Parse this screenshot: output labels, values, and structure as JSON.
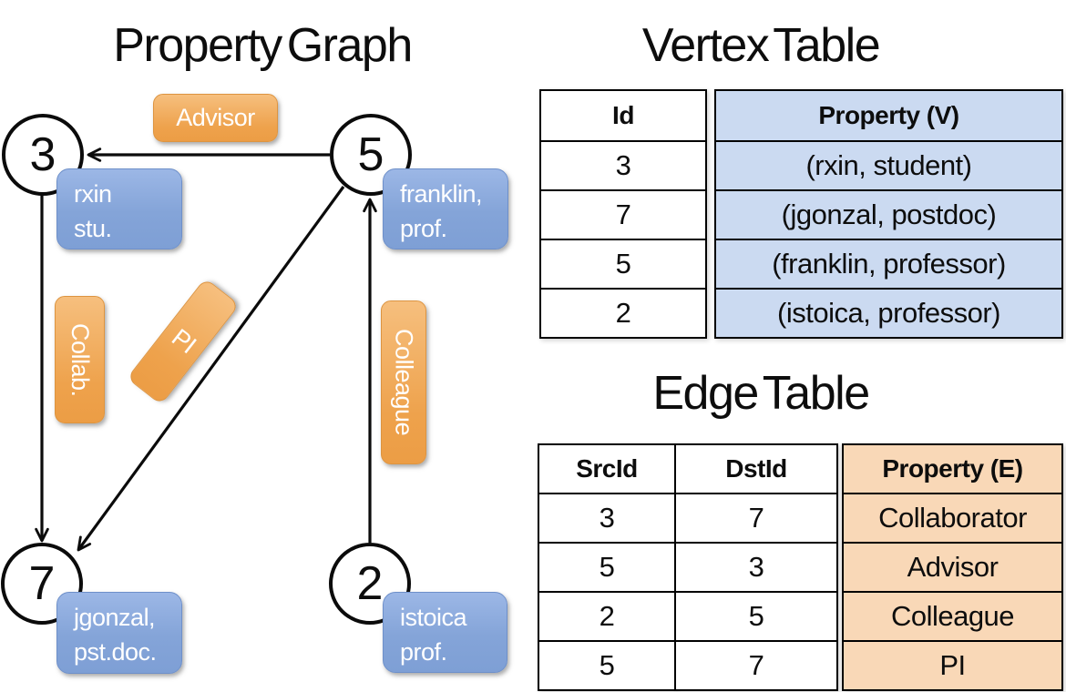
{
  "graph": {
    "title": "Property Graph",
    "nodes": [
      {
        "id": "3",
        "prop_line1": "rxin",
        "prop_line2": "stu."
      },
      {
        "id": "5",
        "prop_line1": "franklin,",
        "prop_line2": "prof."
      },
      {
        "id": "7",
        "prop_line1": "jgonzal,",
        "prop_line2": "pst.doc."
      },
      {
        "id": "2",
        "prop_line1": "istoica",
        "prop_line2": "prof."
      }
    ],
    "edge_labels": {
      "advisor": "Advisor",
      "collab": "Collab.",
      "pi": "PI",
      "colleague": "Colleague"
    },
    "edges": [
      {
        "src": "5",
        "dst": "3",
        "label": "Advisor"
      },
      {
        "src": "3",
        "dst": "7",
        "label": "Collab."
      },
      {
        "src": "5",
        "dst": "7",
        "label": "PI"
      },
      {
        "src": "2",
        "dst": "5",
        "label": "Colleague"
      }
    ]
  },
  "vertex_table": {
    "title": "Vertex Table",
    "columns": {
      "id": "Id",
      "property": "Property (V)"
    },
    "rows": [
      {
        "id": "3",
        "property": "(rxin, student)"
      },
      {
        "id": "7",
        "property": "(jgonzal, postdoc)"
      },
      {
        "id": "5",
        "property": "(franklin, professor)"
      },
      {
        "id": "2",
        "property": "(istoica, professor)"
      }
    ]
  },
  "edge_table": {
    "title": "Edge Table",
    "columns": {
      "src": "SrcId",
      "dst": "DstId",
      "property": "Property (E)"
    },
    "rows": [
      {
        "src": "3",
        "dst": "7",
        "property": "Collaborator"
      },
      {
        "src": "5",
        "dst": "3",
        "property": "Advisor"
      },
      {
        "src": "2",
        "dst": "5",
        "property": "Colleague"
      },
      {
        "src": "5",
        "dst": "7",
        "property": "PI"
      }
    ]
  },
  "colors": {
    "vertex_cell_fill": "#CBDAF1",
    "edge_cell_fill": "#F9D8B7",
    "vertex_box_blue": "#84A4D8",
    "edge_label_orange": "#EEA24C",
    "line_black": "#0B0B0B"
  }
}
